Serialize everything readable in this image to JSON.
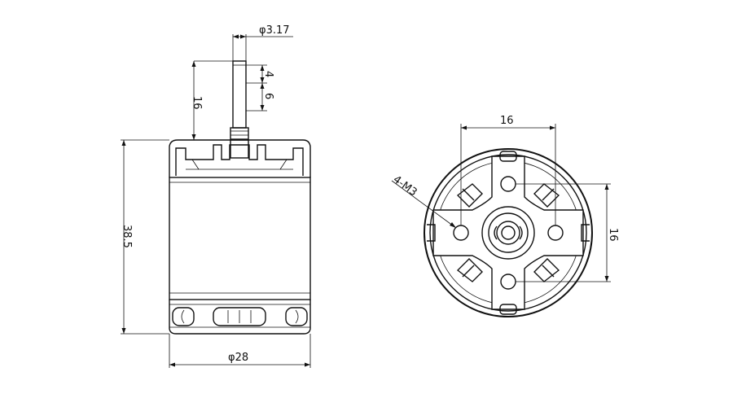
{
  "dimensions": {
    "shaft_diameter": "φ3.17",
    "shaft_step_a": "4",
    "shaft_step_b": "6",
    "shaft_length": "16",
    "body_height": "38.5",
    "body_diameter": "φ28",
    "hole_spacing_horizontal": "16",
    "hole_spacing_vertical": "16",
    "mount_holes": "4-M3"
  }
}
